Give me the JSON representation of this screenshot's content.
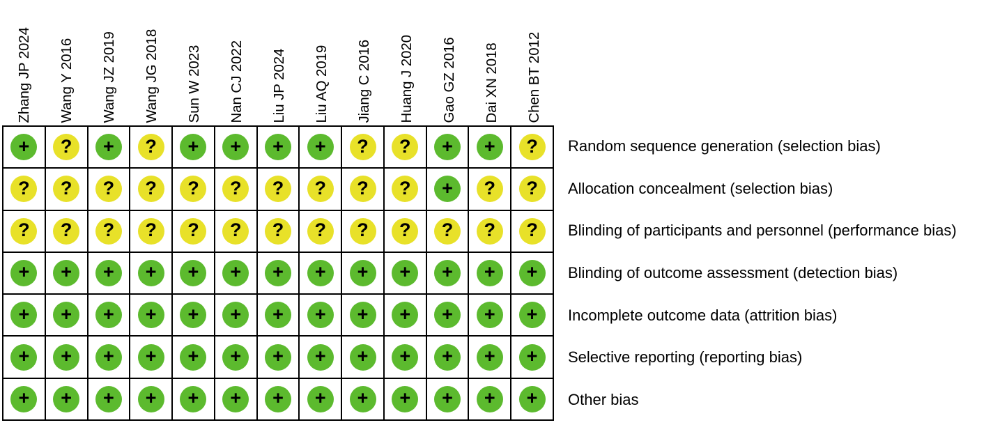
{
  "figure": {
    "type": "risk-of-bias-summary",
    "legend": {
      "low_symbol": "+",
      "unclear_symbol": "?",
      "low_color": "#5cba2e",
      "unclear_color": "#e8e129",
      "grid_line_color": "#000000",
      "background_color": "#ffffff"
    }
  },
  "chart_data": {
    "type": "heatmap",
    "title": "",
    "xlabel": "",
    "ylabel": "",
    "legend_position": "none",
    "grid": true,
    "categories": [
      "Zhang JP 2024",
      "Wang Y 2016",
      "Wang JZ 2019",
      "Wang JG 2018",
      "Sun W 2023",
      "Nan CJ 2022",
      "Liu JP 2024",
      "Liu AQ 2019",
      "Jiang C 2016",
      "Huang J 2020",
      "Gao GZ 2016",
      "Dai XN 2018",
      "Chen BT 2012"
    ],
    "rows": [
      "Random sequence generation (selection bias)",
      "Allocation concealment (selection bias)",
      "Blinding of participants and personnel (performance bias)",
      "Blinding of outcome assessment (detection bias)",
      "Incomplete outcome data (attrition bias)",
      "Selective reporting (reporting bias)",
      "Other bias"
    ],
    "value_labels": {
      "low": "+",
      "unclear": "?"
    },
    "series": [
      {
        "name": "Random sequence generation (selection bias)",
        "values": [
          "low",
          "unclear",
          "low",
          "unclear",
          "low",
          "low",
          "low",
          "low",
          "unclear",
          "unclear",
          "low",
          "low",
          "unclear"
        ]
      },
      {
        "name": "Allocation concealment (selection bias)",
        "values": [
          "unclear",
          "unclear",
          "unclear",
          "unclear",
          "unclear",
          "unclear",
          "unclear",
          "unclear",
          "unclear",
          "unclear",
          "low",
          "unclear",
          "unclear"
        ]
      },
      {
        "name": "Blinding of participants and personnel (performance bias)",
        "values": [
          "unclear",
          "unclear",
          "unclear",
          "unclear",
          "unclear",
          "unclear",
          "unclear",
          "unclear",
          "unclear",
          "unclear",
          "unclear",
          "unclear",
          "unclear"
        ]
      },
      {
        "name": "Blinding of outcome assessment (detection bias)",
        "values": [
          "low",
          "low",
          "low",
          "low",
          "low",
          "low",
          "low",
          "low",
          "low",
          "low",
          "low",
          "low",
          "low"
        ]
      },
      {
        "name": "Incomplete outcome data (attrition bias)",
        "values": [
          "low",
          "low",
          "low",
          "low",
          "low",
          "low",
          "low",
          "low",
          "low",
          "low",
          "low",
          "low",
          "low"
        ]
      },
      {
        "name": "Selective reporting (reporting bias)",
        "values": [
          "low",
          "low",
          "low",
          "low",
          "low",
          "low",
          "low",
          "low",
          "low",
          "low",
          "low",
          "low",
          "low"
        ]
      },
      {
        "name": "Other bias",
        "values": [
          "low",
          "low",
          "low",
          "low",
          "low",
          "low",
          "low",
          "low",
          "low",
          "low",
          "low",
          "low",
          "low"
        ]
      }
    ]
  }
}
